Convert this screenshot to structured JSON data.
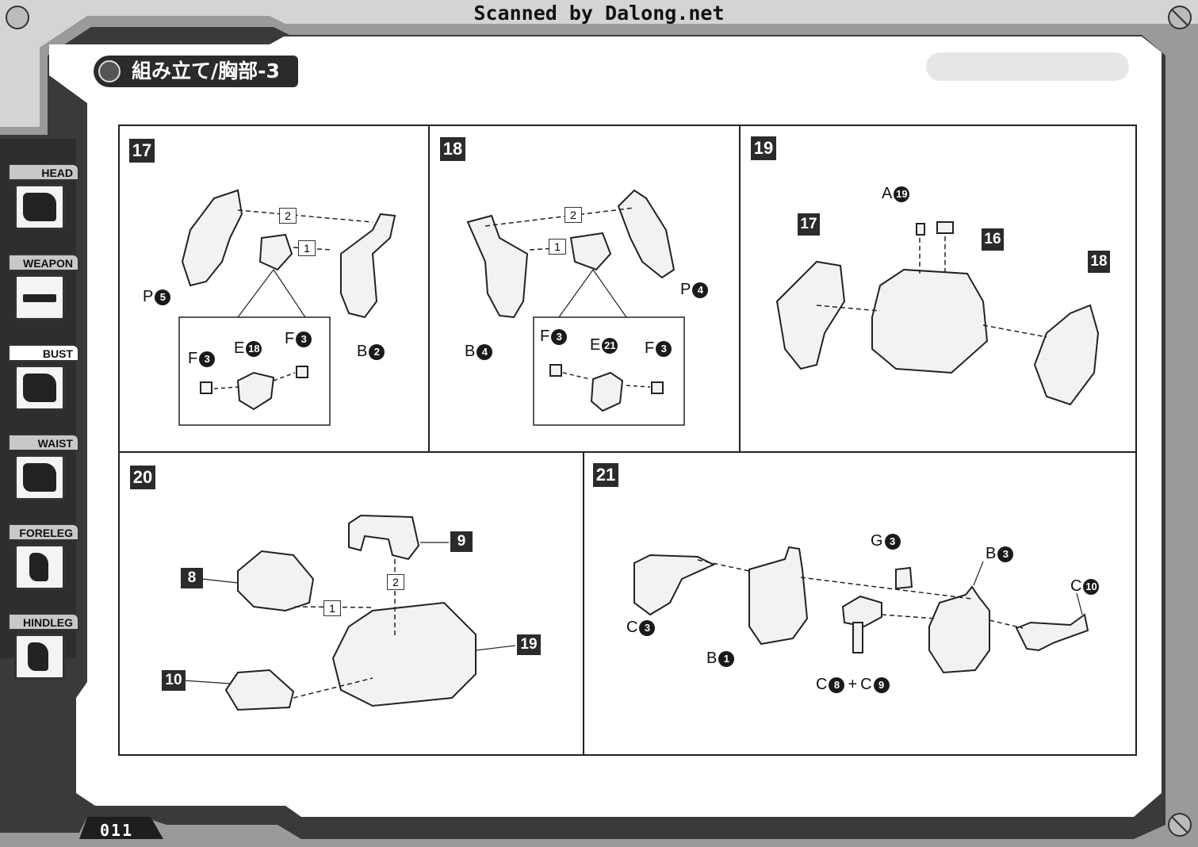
{
  "watermark": "Scanned by Dalong.net",
  "section_title": "組み立て/胸部-3",
  "page_number": "011",
  "nav": [
    {
      "label": "HEAD",
      "icon": "head-icon",
      "active": false
    },
    {
      "label": "WEAPON",
      "icon": "weapon-icon",
      "active": false
    },
    {
      "label": "BUST",
      "icon": "bust-icon",
      "active": true
    },
    {
      "label": "WAIST",
      "icon": "waist-icon",
      "active": false
    },
    {
      "label": "FORELEG",
      "icon": "foreleg-icon",
      "active": false
    },
    {
      "label": "HINDLEG",
      "icon": "hindleg-icon",
      "active": false
    }
  ],
  "steps": {
    "s17": {
      "number": "17",
      "p5": {
        "l": "P",
        "n": "5"
      },
      "b2": {
        "l": "B",
        "n": "2"
      },
      "f3a": {
        "l": "F",
        "n": "3"
      },
      "e18": {
        "l": "E",
        "n": "18"
      },
      "f3b": {
        "l": "F",
        "n": "3"
      },
      "seq1": "1",
      "seq2": "2"
    },
    "s18": {
      "number": "18",
      "p4": {
        "l": "P",
        "n": "4"
      },
      "b4": {
        "l": "B",
        "n": "4"
      },
      "f3a": {
        "l": "F",
        "n": "3"
      },
      "e21": {
        "l": "E",
        "n": "21"
      },
      "f3b": {
        "l": "F",
        "n": "3"
      },
      "seq1": "1",
      "seq2": "2"
    },
    "s19": {
      "number": "19",
      "a19": {
        "l": "A",
        "n": "19"
      },
      "ref17": "17",
      "ref16": "16",
      "ref18": "18"
    },
    "s20": {
      "number": "20",
      "ref8": "8",
      "ref9": "9",
      "ref19": "19",
      "ref10": "10",
      "seq1": "1",
      "seq2": "2"
    },
    "s21": {
      "number": "21",
      "g3": {
        "l": "G",
        "n": "3"
      },
      "b3": {
        "l": "B",
        "n": "3"
      },
      "c10": {
        "l": "C",
        "n": "10"
      },
      "c3": {
        "l": "C",
        "n": "3"
      },
      "b1": {
        "l": "B",
        "n": "1"
      },
      "c8": {
        "l": "C",
        "n": "8"
      },
      "c9": {
        "l": "C",
        "n": "9"
      },
      "plus": "+"
    }
  }
}
